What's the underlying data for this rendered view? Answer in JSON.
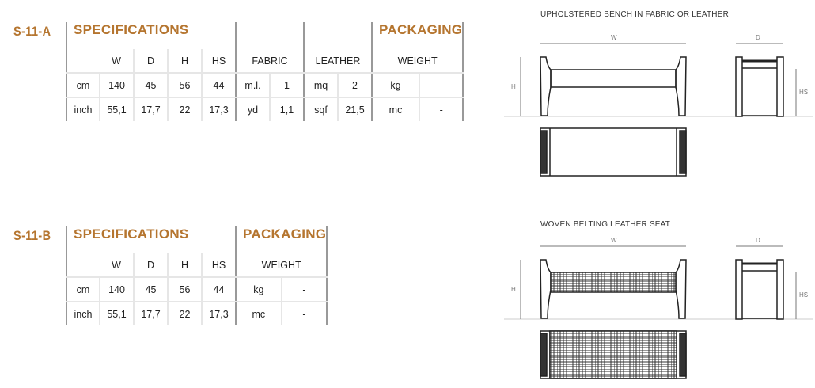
{
  "products": [
    {
      "code": "S-11-A",
      "spec_title": "SPECIFICATIONS",
      "packaging_title": "PACKAGING",
      "headers": {
        "w": "W",
        "d": "D",
        "h": "H",
        "hs": "HS",
        "fabric": "FABRIC",
        "leather": "LEATHER",
        "weight": "WEIGHT"
      },
      "rows": [
        {
          "unit": "cm",
          "w": "140",
          "d": "45",
          "h": "56",
          "hs": "44",
          "fabric_unit": "m.l.",
          "fabric": "1",
          "leather_unit": "mq",
          "leather": "2",
          "weight_unit": "kg",
          "weight": "-"
        },
        {
          "unit": "inch",
          "w": "55,1",
          "d": "17,7",
          "h": "22",
          "hs": "17,3",
          "fabric_unit": "yd",
          "fabric": "1,1",
          "leather_unit": "sqf",
          "leather": "21,5",
          "weight_unit": "mc",
          "weight": "-"
        }
      ],
      "drawing_title": "UPHOLSTERED BENCH IN FABRIC OR LEATHER"
    },
    {
      "code": "S-11-B",
      "spec_title": "SPECIFICATIONS",
      "packaging_title": "PACKAGING",
      "headers": {
        "w": "W",
        "d": "D",
        "h": "H",
        "hs": "HS",
        "weight": "WEIGHT"
      },
      "rows": [
        {
          "unit": "cm",
          "w": "140",
          "d": "45",
          "h": "56",
          "hs": "44",
          "weight_unit": "kg",
          "weight": "-"
        },
        {
          "unit": "inch",
          "w": "55,1",
          "d": "17,7",
          "h": "22",
          "hs": "17,3",
          "weight_unit": "mc",
          "weight": "-"
        }
      ],
      "drawing_title": "WOVEN BELTING LEATHER SEAT"
    }
  ],
  "dimension_labels": {
    "w": "W",
    "d": "D",
    "h": "H",
    "hs": "HS"
  }
}
